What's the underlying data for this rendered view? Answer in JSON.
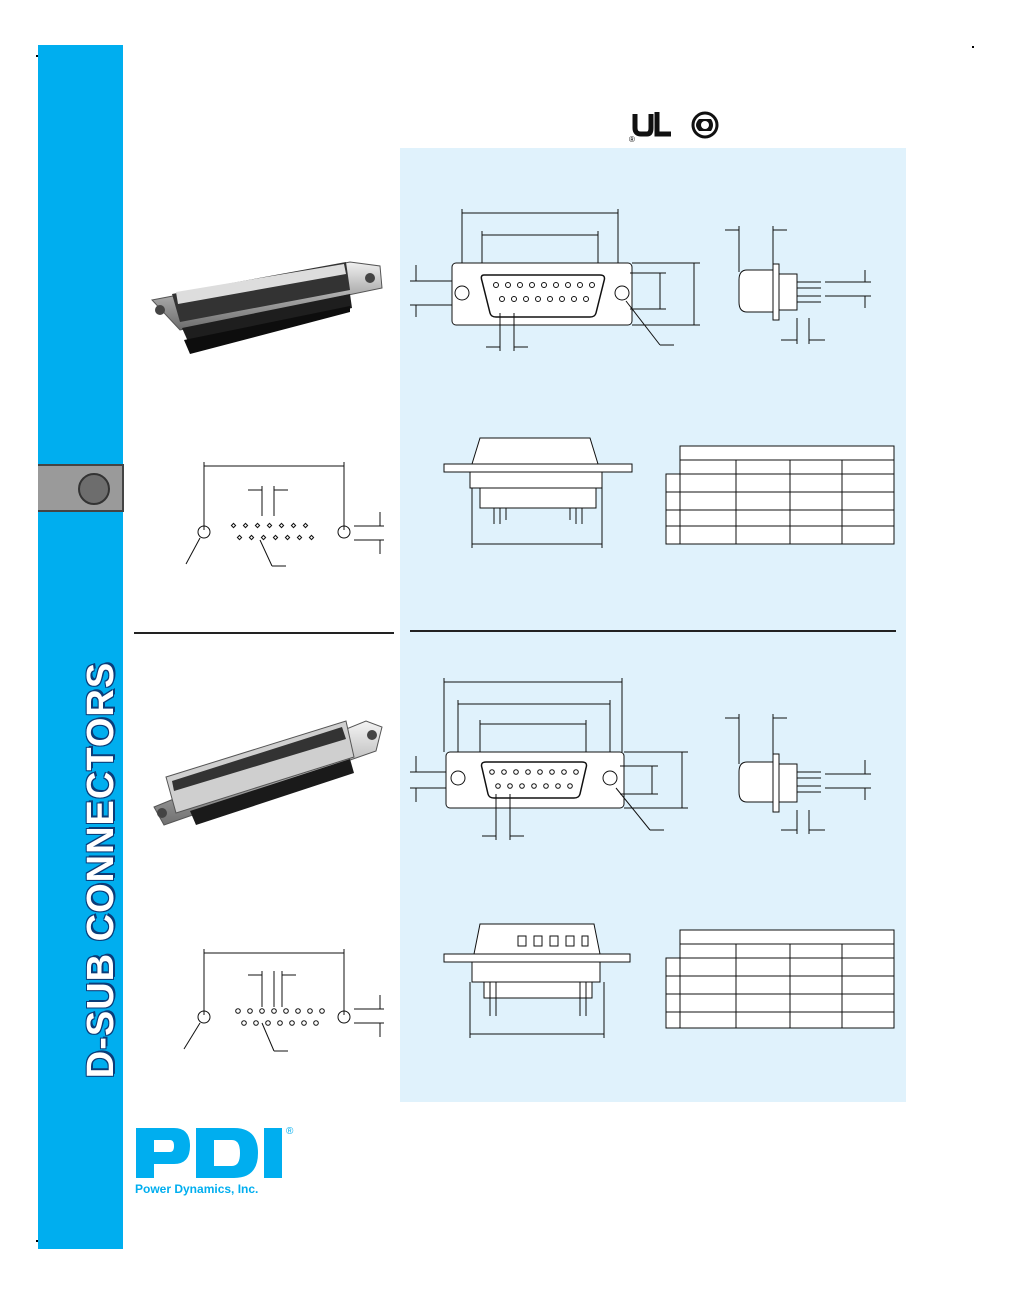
{
  "sidebar": {
    "title": "D-SUB CONNECTORS",
    "background": "#00aeef",
    "title_shadow": "#0b3c78"
  },
  "certifications": {
    "ul_icon": "ul-recognized-icon",
    "csa_icon": "csa-icon"
  },
  "panel": {
    "background": "#e0f2fc"
  },
  "logo": {
    "name": "PDI",
    "tagline": "Power Dynamics, Inc.",
    "registered_mark": "®",
    "color": "#00aeef"
  },
  "sections": [
    {
      "id": "female",
      "photo_icon": "d-sub-female-connector-photo"
    },
    {
      "id": "male",
      "photo_icon": "d-sub-male-connector-photo"
    }
  ]
}
